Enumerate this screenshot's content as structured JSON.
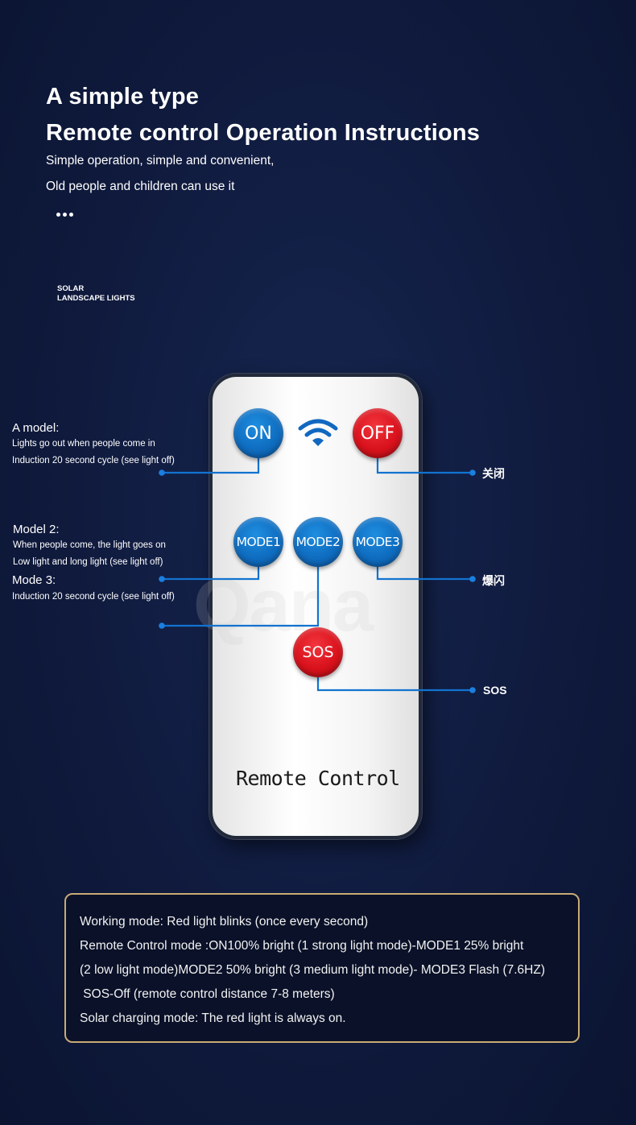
{
  "header": {
    "title_line1": "A simple type",
    "title_line2": "Remote control Operation Instructions",
    "subtitle_line1": "Simple operation, simple and convenient,",
    "subtitle_line2": "Old people and children can use it"
  },
  "brand": {
    "line1": "SOLAR",
    "line2": "LANDSCAPE LIGHTS"
  },
  "remote": {
    "buttons": {
      "on": "ON",
      "off": "OFF",
      "mode1": "MODE1",
      "mode2": "MODE2",
      "mode3": "MODE3",
      "sos": "SOS"
    },
    "label": "Remote Control",
    "watermark": "Qana"
  },
  "left_labels": {
    "a_model_title": "A model:",
    "a_model_line1": "Lights go out when people come in",
    "a_model_line2": "Induction 20 second cycle (see light off)",
    "model2_title": "Model 2:",
    "model2_line1": "When people come, the light goes on",
    "model2_line2": "Low light and long light (see light off)",
    "mode3_title": "Mode 3:",
    "mode3_line1": "Induction 20 second cycle (see light off)"
  },
  "right_labels": {
    "off": "关闭",
    "flash": "爆闪",
    "sos": "SOS"
  },
  "info": {
    "lines": [
      "Working mode: Red light blinks (once every second)",
      "Remote Control mode :ON100% bright (1 strong light mode)-MODE1 25% bright",
      "(2 low light mode)MODE2 50% bright (3 medium light mode)- MODE3 Flash (7.6HZ)",
      " SOS-Off (remote control distance 7-8 meters)",
      "Solar charging mode: The red light is always on."
    ]
  },
  "colors": {
    "background": "#0f1a3d",
    "button_blue": "#0f6dc0",
    "button_red": "#d9121c",
    "connector_line": "#1273d0",
    "box_border": "#c8ab75"
  }
}
